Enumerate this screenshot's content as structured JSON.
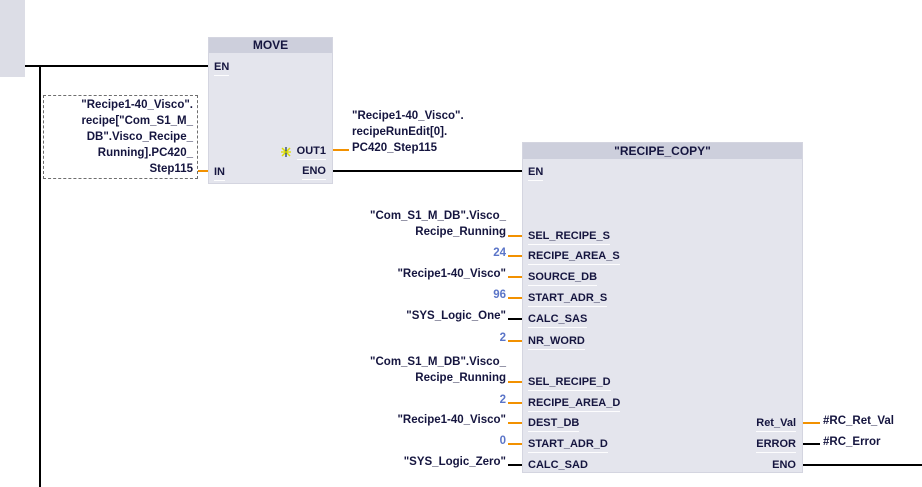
{
  "editor": {
    "move_block": {
      "title": "MOVE",
      "pins": {
        "en": "EN",
        "in": "IN",
        "out1": "OUT1",
        "eno": "ENO"
      },
      "in_operand": {
        "lines": [
          "\"Recipe1-40_Visco\".",
          "recipe[\"Com_S1_M_",
          "DB\".Visco_Recipe_",
          "Running].PC420_",
          "Step115"
        ]
      },
      "out1_operand": {
        "lines": [
          "\"Recipe1-40_Visco\".",
          "recipeRunEdit[0].",
          "PC420_Step115"
        ]
      }
    },
    "recipe_copy_block": {
      "title": "\"RECIPE_COPY\"",
      "en_label": "EN",
      "inputs": [
        {
          "label": "SEL_RECIPE_S",
          "value_lines": [
            "\"Com_S1_M_DB\".Visco_",
            "Recipe_Running"
          ],
          "value_type": "operand"
        },
        {
          "label": "RECIPE_AREA_S",
          "value_lines": [
            "24"
          ],
          "value_type": "constant"
        },
        {
          "label": "SOURCE_DB",
          "value_lines": [
            "\"Recipe1-40_Visco\""
          ],
          "value_type": "operand"
        },
        {
          "label": "START_ADR_S",
          "value_lines": [
            "96"
          ],
          "value_type": "constant"
        },
        {
          "label": "CALC_SAS",
          "value_lines": [
            "\"SYS_Logic_One\""
          ],
          "value_type": "operand"
        },
        {
          "label": "NR_WORD",
          "value_lines": [
            "2"
          ],
          "value_type": "constant"
        },
        {
          "label": "SEL_RECIPE_D",
          "value_lines": [
            "\"Com_S1_M_DB\".Visco_",
            "Recipe_Running"
          ],
          "value_type": "operand"
        },
        {
          "label": "RECIPE_AREA_D",
          "value_lines": [
            "2"
          ],
          "value_type": "constant"
        },
        {
          "label": "DEST_DB",
          "value_lines": [
            "\"Recipe1-40_Visco\""
          ],
          "value_type": "operand"
        },
        {
          "label": "START_ADR_D",
          "value_lines": [
            "0"
          ],
          "value_type": "constant"
        },
        {
          "label": "CALC_SAD",
          "value_lines": [
            "\"SYS_Logic_Zero\""
          ],
          "value_type": "operand"
        }
      ],
      "outputs": [
        {
          "label": "Ret_Val",
          "value": "#RC_Ret_Val"
        },
        {
          "label": "ERROR",
          "value": "#RC_Error"
        },
        {
          "label": "ENO",
          "value": ""
        }
      ]
    },
    "icons": {
      "out1_marker": "asterisk-icon"
    },
    "colors": {
      "wire_bool": "#000000",
      "wire_data": "#f29100",
      "constant_blue": "#5b75c8",
      "text_navy": "#15153f",
      "block_body": "#e4e5ed",
      "block_header": "#cdcfdc"
    }
  }
}
